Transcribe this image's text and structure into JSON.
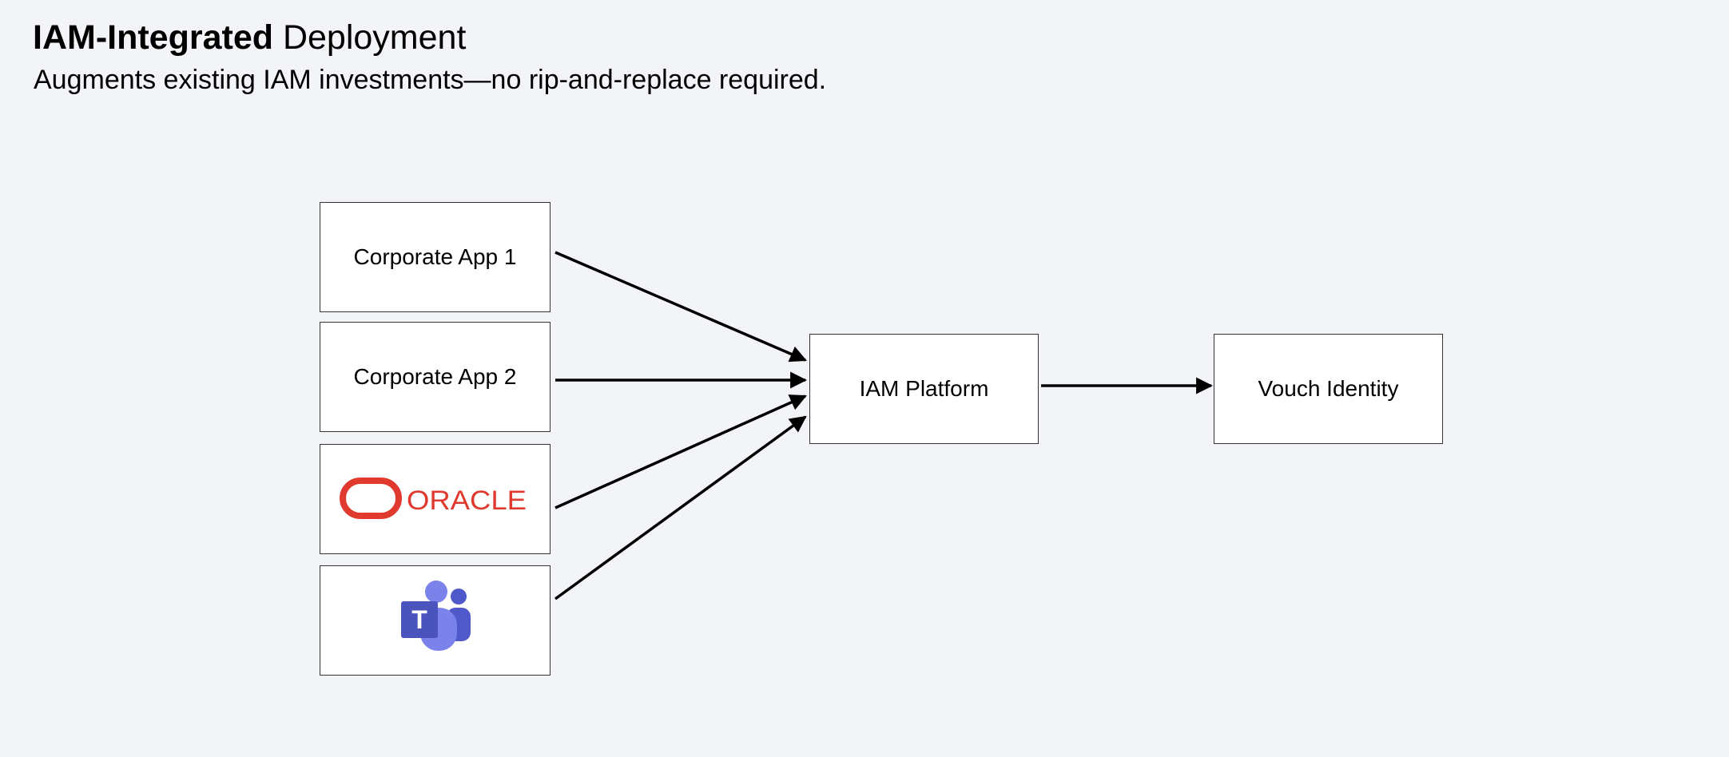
{
  "header": {
    "title_bold": "IAM-Integrated",
    "title_rest": " Deployment",
    "subtitle": "Augments existing IAM investments—no rip-and-replace required."
  },
  "diagram": {
    "sources": [
      {
        "label": "Corporate App 1"
      },
      {
        "label": "Corporate App 2"
      },
      {
        "logo": "oracle-logo",
        "logo_text": "ORACLE",
        "color": "#e03a2f"
      },
      {
        "logo": "microsoft-teams-logo",
        "logo_text": "T",
        "color": "#5059c9"
      }
    ],
    "platform": {
      "label": "IAM Platform"
    },
    "target": {
      "label": "Vouch Identity"
    },
    "edges": [
      {
        "from": "Corporate App 1",
        "to": "IAM Platform"
      },
      {
        "from": "Corporate App 2",
        "to": "IAM Platform"
      },
      {
        "from": "ORACLE",
        "to": "IAM Platform"
      },
      {
        "from": "Microsoft Teams",
        "to": "IAM Platform"
      },
      {
        "from": "IAM Platform",
        "to": "Vouch Identity"
      }
    ]
  }
}
